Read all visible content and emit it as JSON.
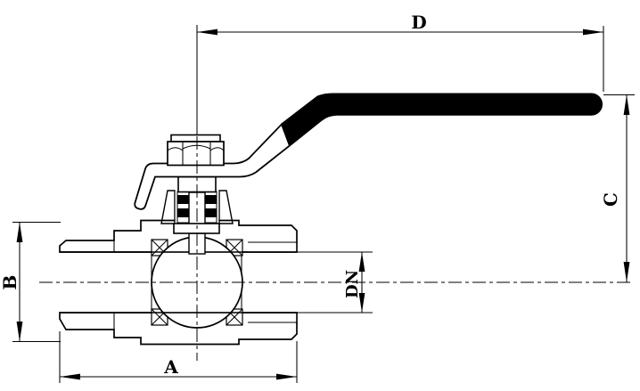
{
  "figure": {
    "type": "technical-drawing",
    "subject": "Ball valve cross-section with lever handle",
    "colors": {
      "line": "#000000",
      "background": "#ffffff",
      "handle_grip": "#000000"
    },
    "dimensions": {
      "A": {
        "label": "A",
        "orientation": "horizontal",
        "location": "bottom overall length"
      },
      "B": {
        "label": "B",
        "orientation": "vertical",
        "location": "left body height"
      },
      "C": {
        "label": "C",
        "orientation": "vertical",
        "location": "right handle height"
      },
      "D": {
        "label": "D",
        "orientation": "horizontal",
        "location": "top stem-to-handle-end"
      },
      "DN": {
        "label": "DN",
        "orientation": "vertical",
        "location": "bore diameter"
      }
    }
  }
}
